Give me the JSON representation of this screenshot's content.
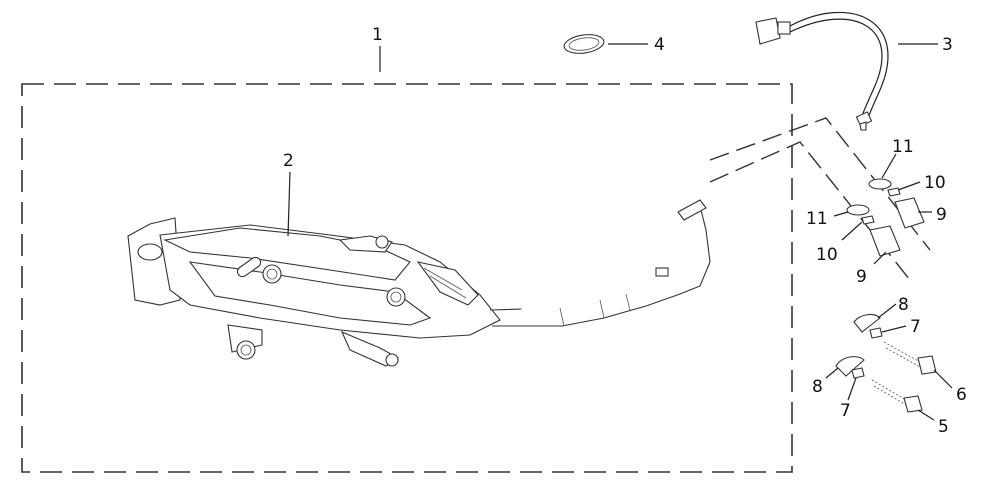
{
  "callouts": [
    {
      "id": "c1",
      "label": "1"
    },
    {
      "id": "c2",
      "label": "2"
    },
    {
      "id": "c3",
      "label": "3"
    },
    {
      "id": "c4",
      "label": "4"
    },
    {
      "id": "c5",
      "label": "5"
    },
    {
      "id": "c6",
      "label": "6"
    },
    {
      "id": "c7a",
      "label": "7"
    },
    {
      "id": "c7b",
      "label": "7"
    },
    {
      "id": "c8a",
      "label": "8"
    },
    {
      "id": "c8b",
      "label": "8"
    },
    {
      "id": "c9a",
      "label": "9"
    },
    {
      "id": "c9b",
      "label": "9"
    },
    {
      "id": "c10a",
      "label": "10"
    },
    {
      "id": "c10b",
      "label": "10"
    },
    {
      "id": "c11a",
      "label": "11"
    },
    {
      "id": "c11b",
      "label": "11"
    }
  ],
  "colors": {
    "line": "#222222",
    "background": "#ffffff"
  }
}
